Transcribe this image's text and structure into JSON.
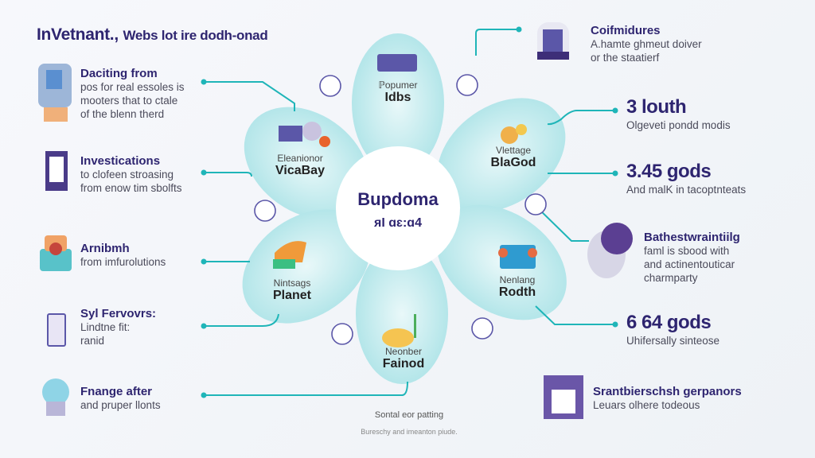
{
  "header": {
    "title_main": "InVetnant.,",
    "title_sub": "Webs lot ire dodh-onad"
  },
  "center": {
    "title": "Bupdoma",
    "subtitle": "ᴙI ɑɛ:ɑ4"
  },
  "petals": [
    {
      "small": "ℙopumer",
      "label": "Idbs"
    },
    {
      "small": "Eleanionor",
      "label": "VicaBay"
    },
    {
      "small": "Vlettage",
      "label": "BlaGod"
    },
    {
      "small": "Nintsags",
      "label": "Planet"
    },
    {
      "small": "Nenlang",
      "label": "Rodth"
    },
    {
      "small": "Neonber",
      "label": "Fainod"
    }
  ],
  "left_items": [
    {
      "title": "Daciting from",
      "lines": [
        "pos for real essoles is",
        "mooters that to ctale",
        "of the blenn therd"
      ]
    },
    {
      "title": "Investications",
      "lines": [
        "to clofeen stroasing",
        "from enow tim sbolfts"
      ]
    },
    {
      "title": "Arnibmh",
      "lines": [
        "from imfurolutions"
      ]
    },
    {
      "title": "Syl Fervovrs:",
      "lines": [
        "Lindtne fit:",
        "ranid"
      ]
    },
    {
      "title": "Fnange after",
      "lines": [
        "and pruper llonts"
      ]
    }
  ],
  "right_items": [
    {
      "title": "Coifmidures",
      "lines": [
        "A.hamte ghmeut doiver",
        "or the staatierf"
      ]
    },
    {
      "title": "3 louth",
      "lines": [
        "Olgeveti pondd modis"
      ]
    },
    {
      "title": "3.45 gods",
      "lines": [
        "And malK in tacoptnteats"
      ]
    },
    {
      "title": "Bathestwraintiilg",
      "lines": [
        "faml is sbood with",
        "and actinentouticar",
        "charmparty"
      ]
    },
    {
      "title": "6 64 gods",
      "lines": [
        "Uhifersally sinteose"
      ]
    },
    {
      "title": "Srantbierschsh gerpanors",
      "lines": [
        "Leuars olhere todeous"
      ]
    }
  ],
  "footer": {
    "line1": "Sontal eor patting",
    "line2": "Bureschy and imeanton piude."
  },
  "colors": {
    "accent": "#1fb5b8",
    "primary": "#2e2570",
    "petal": "#bfe9ec"
  }
}
